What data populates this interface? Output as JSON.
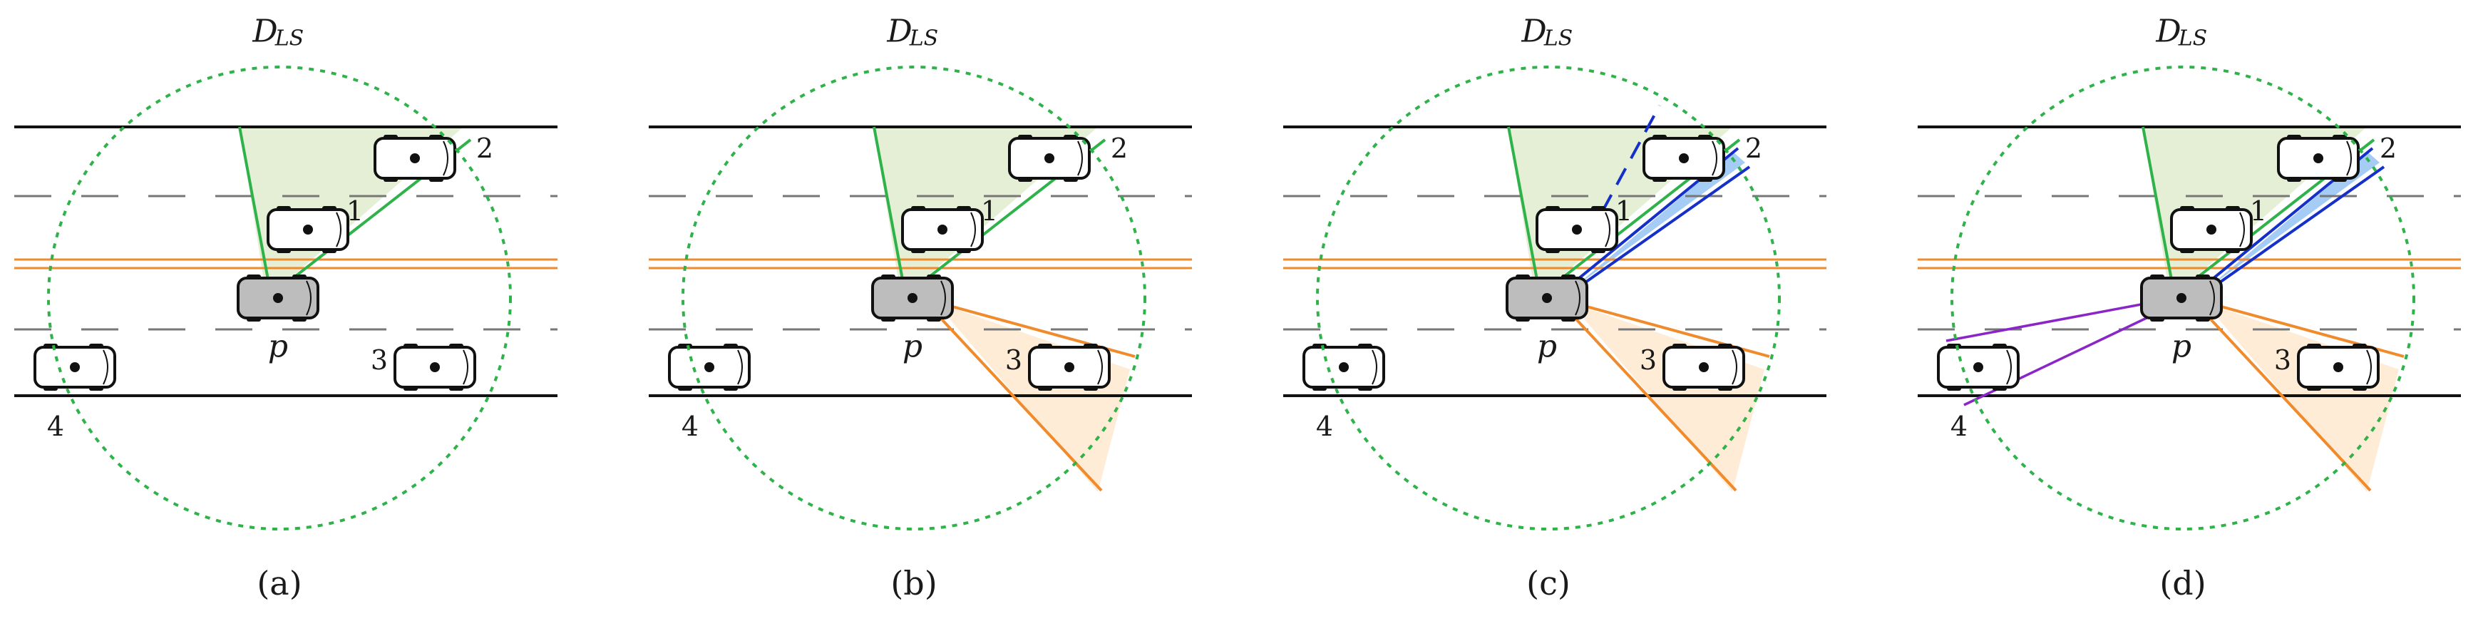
{
  "figure": {
    "panels": [
      {
        "caption": "(a)",
        "title_main": "D",
        "title_sub": "LS",
        "ego_label": "p",
        "vehicle_labels": [
          "1",
          "2",
          "3",
          "4"
        ],
        "shaded_regions": [
          "green"
        ],
        "colors": {
          "circle": "#2fb24a",
          "green": "#2fb24a",
          "orange": "#f08a2a",
          "blue": "#1530c8",
          "purple": "#8a25c8"
        }
      },
      {
        "caption": "(b)",
        "title_main": "D",
        "title_sub": "LS",
        "ego_label": "p",
        "vehicle_labels": [
          "1",
          "2",
          "3",
          "4"
        ],
        "shaded_regions": [
          "green",
          "orange"
        ],
        "colors": {
          "circle": "#2fb24a",
          "green": "#2fb24a",
          "orange": "#f08a2a",
          "blue": "#1530c8",
          "purple": "#8a25c8"
        }
      },
      {
        "caption": "(c)",
        "title_main": "D",
        "title_sub": "LS",
        "ego_label": "p",
        "vehicle_labels": [
          "1",
          "2",
          "3",
          "4"
        ],
        "shaded_regions": [
          "green",
          "orange",
          "blue",
          "blue-dashed"
        ],
        "colors": {
          "circle": "#2fb24a",
          "green": "#2fb24a",
          "orange": "#f08a2a",
          "blue": "#1530c8",
          "purple": "#8a25c8"
        }
      },
      {
        "caption": "(d)",
        "title_main": "D",
        "title_sub": "LS",
        "ego_label": "p",
        "vehicle_labels": [
          "1",
          "2",
          "3",
          "4"
        ],
        "shaded_regions": [
          "green",
          "orange",
          "blue",
          "purple"
        ],
        "colors": {
          "circle": "#2fb24a",
          "green": "#2fb24a",
          "orange": "#f08a2a",
          "blue": "#1530c8",
          "purple": "#8a25c8"
        }
      }
    ]
  }
}
